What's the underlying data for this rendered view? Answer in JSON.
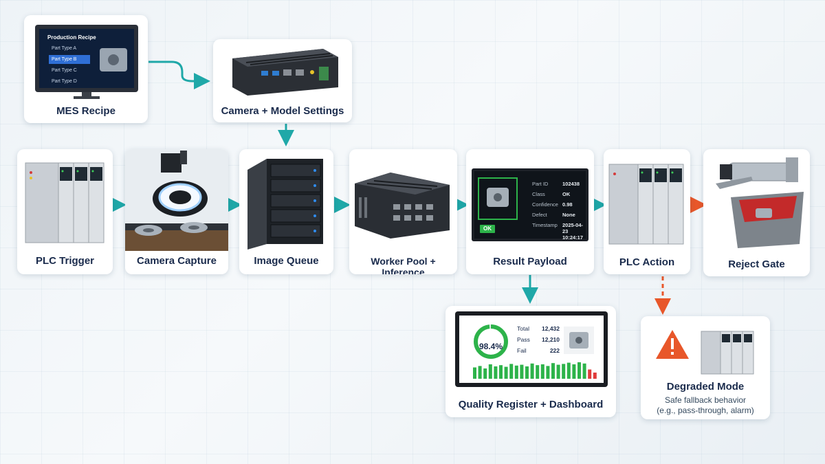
{
  "accent_color": "#1fa8a8",
  "alert_color": "#e8572a",
  "nodes": {
    "mes_recipe": {
      "label": "MES Recipe",
      "screen_title": "Production Recipe",
      "part_types": [
        "Part Type A",
        "Part Type B",
        "Part Type C",
        "Part Type D"
      ],
      "selected_index": 1
    },
    "camera_model_settings": {
      "label": "Camera + Model Settings"
    },
    "plc_trigger": {
      "label": "PLC Trigger"
    },
    "camera_capture": {
      "label": "Camera Capture"
    },
    "image_queue": {
      "label": "Image Queue"
    },
    "worker_pool": {
      "label": "Worker Pool + Inference"
    },
    "result_payload": {
      "label": "Result Payload",
      "status_badge": "OK",
      "fields": [
        {
          "key": "Part ID",
          "value": "102438"
        },
        {
          "key": "Class",
          "value": "OK"
        },
        {
          "key": "Confidence",
          "value": "0.98"
        },
        {
          "key": "Defect",
          "value": "None"
        },
        {
          "key": "Timestamp",
          "value": "2025-04-23 10:24:17"
        }
      ]
    },
    "plc_action": {
      "label": "PLC Action"
    },
    "reject_gate": {
      "label": "Reject Gate"
    },
    "quality_dashboard": {
      "label": "Quality Register + Dashboard",
      "yield_text": "98.4%",
      "yield_fraction": 0.984,
      "stats": [
        {
          "key": "Total",
          "value": "12,432"
        },
        {
          "key": "Pass",
          "value": "12,210"
        },
        {
          "key": "Fail",
          "value": "222"
        }
      ],
      "bars": [
        0.55,
        0.62,
        0.5,
        0.7,
        0.6,
        0.66,
        0.58,
        0.72,
        0.64,
        0.68,
        0.6,
        0.74,
        0.66,
        0.7,
        0.62,
        0.76,
        0.68,
        0.72,
        0.78,
        0.7,
        0.8,
        0.74,
        0.45,
        0.3
      ],
      "bar_colors": [
        "#2db34a",
        "#e03b3b"
      ]
    },
    "degraded_mode": {
      "label": "Degraded Mode",
      "description_line1": "Safe fallback behavior",
      "description_line2": "(e.g., pass-through, alarm)"
    }
  },
  "icons": [
    "warning-icon",
    "arrow-right-icon",
    "arrow-down-icon"
  ]
}
